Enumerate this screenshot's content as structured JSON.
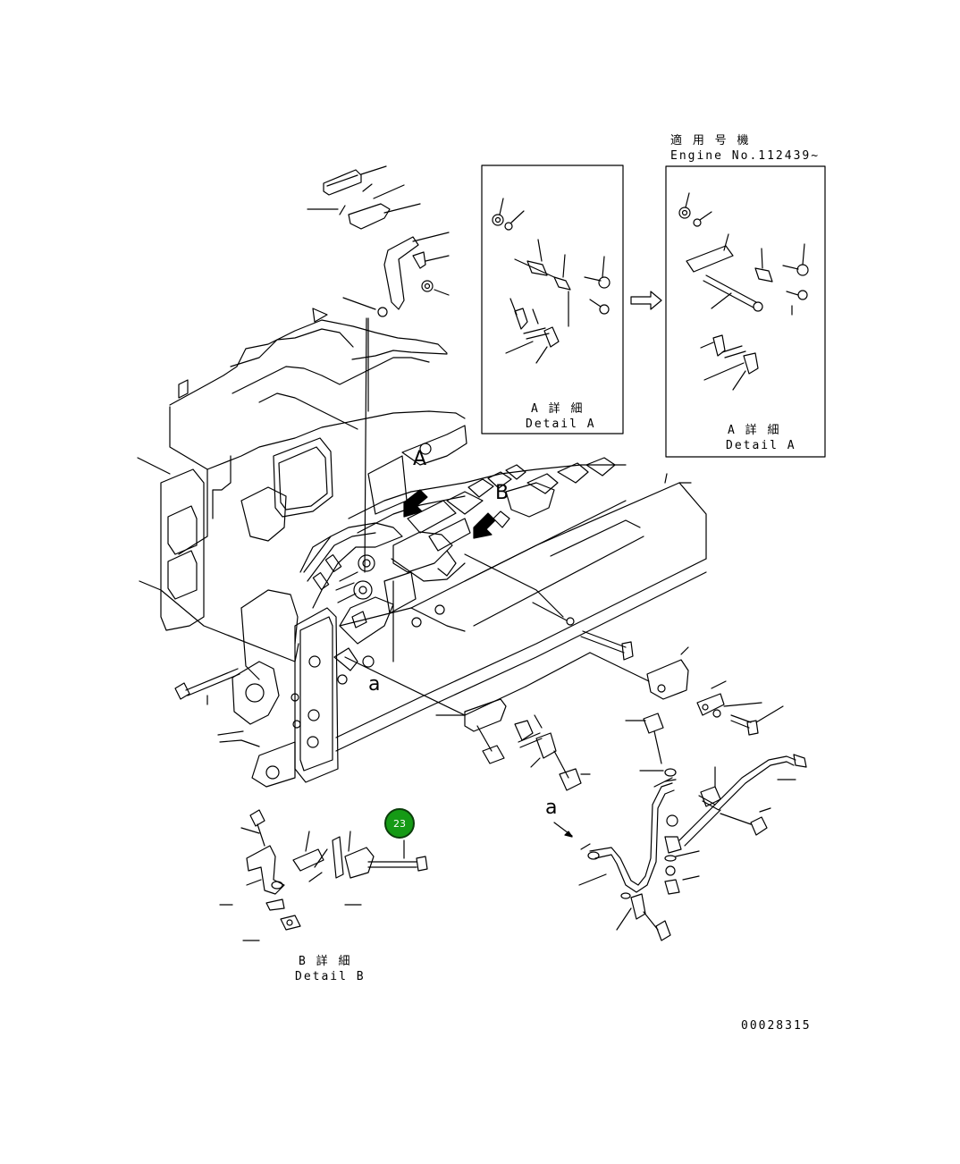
{
  "header": {
    "applicable_label": "適 用 号 機",
    "engine_no": "Engine No.112439~"
  },
  "detail_a_left": {
    "jp": "A 詳 細",
    "en": "Detail A"
  },
  "detail_a_right": {
    "jp": "A 詳 細",
    "en": "Detail A"
  },
  "detail_b": {
    "jp": "B 詳 細",
    "en": "Detail B"
  },
  "view_letters": {
    "a1": "a",
    "a2": "a",
    "A": "A",
    "B": "B"
  },
  "callouts": [
    {
      "label": "23",
      "color": "#159a15"
    }
  ],
  "drawing_number": "00028315"
}
